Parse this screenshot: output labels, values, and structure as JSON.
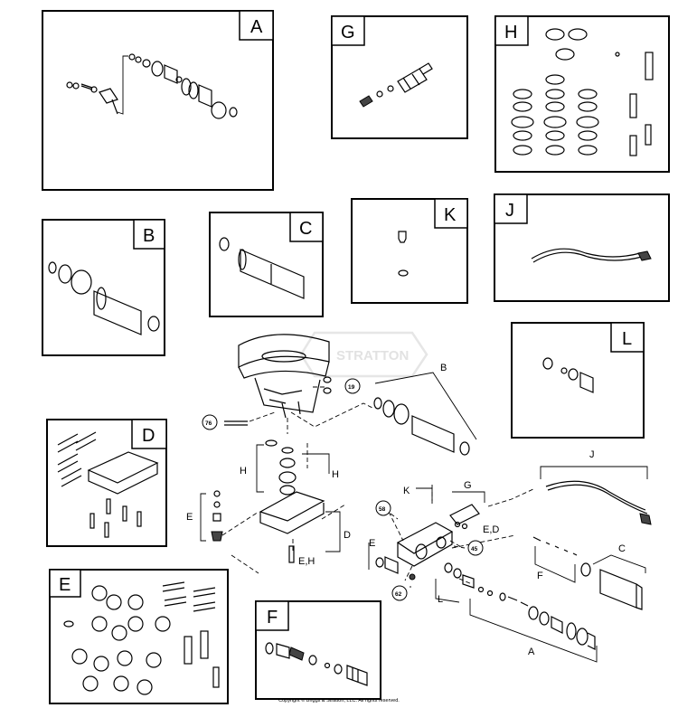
{
  "kits": {
    "A": "A",
    "B": "B",
    "C": "C",
    "D": "D",
    "E": "E",
    "F": "F",
    "G": "G",
    "H": "H",
    "J": "J",
    "K": "K",
    "L": "L"
  },
  "callouts": {
    "ref_19": "19",
    "ref_76": "76",
    "ref_58": "58",
    "ref_45": "45",
    "ref_62": "62"
  },
  "leader_labels": {
    "b": "B",
    "h_left": "H",
    "h_right": "H",
    "e_left": "E",
    "d": "D",
    "eh": "E,H",
    "k": "K",
    "g": "G",
    "ed": "E,D",
    "e_center": "E",
    "j": "J",
    "c": "C",
    "f": "F",
    "l": "L",
    "a": "A"
  },
  "watermark": {
    "text": "STRATTON"
  },
  "copyright": "Copyright © Briggs & Stratton, LLC. All rights reserved."
}
